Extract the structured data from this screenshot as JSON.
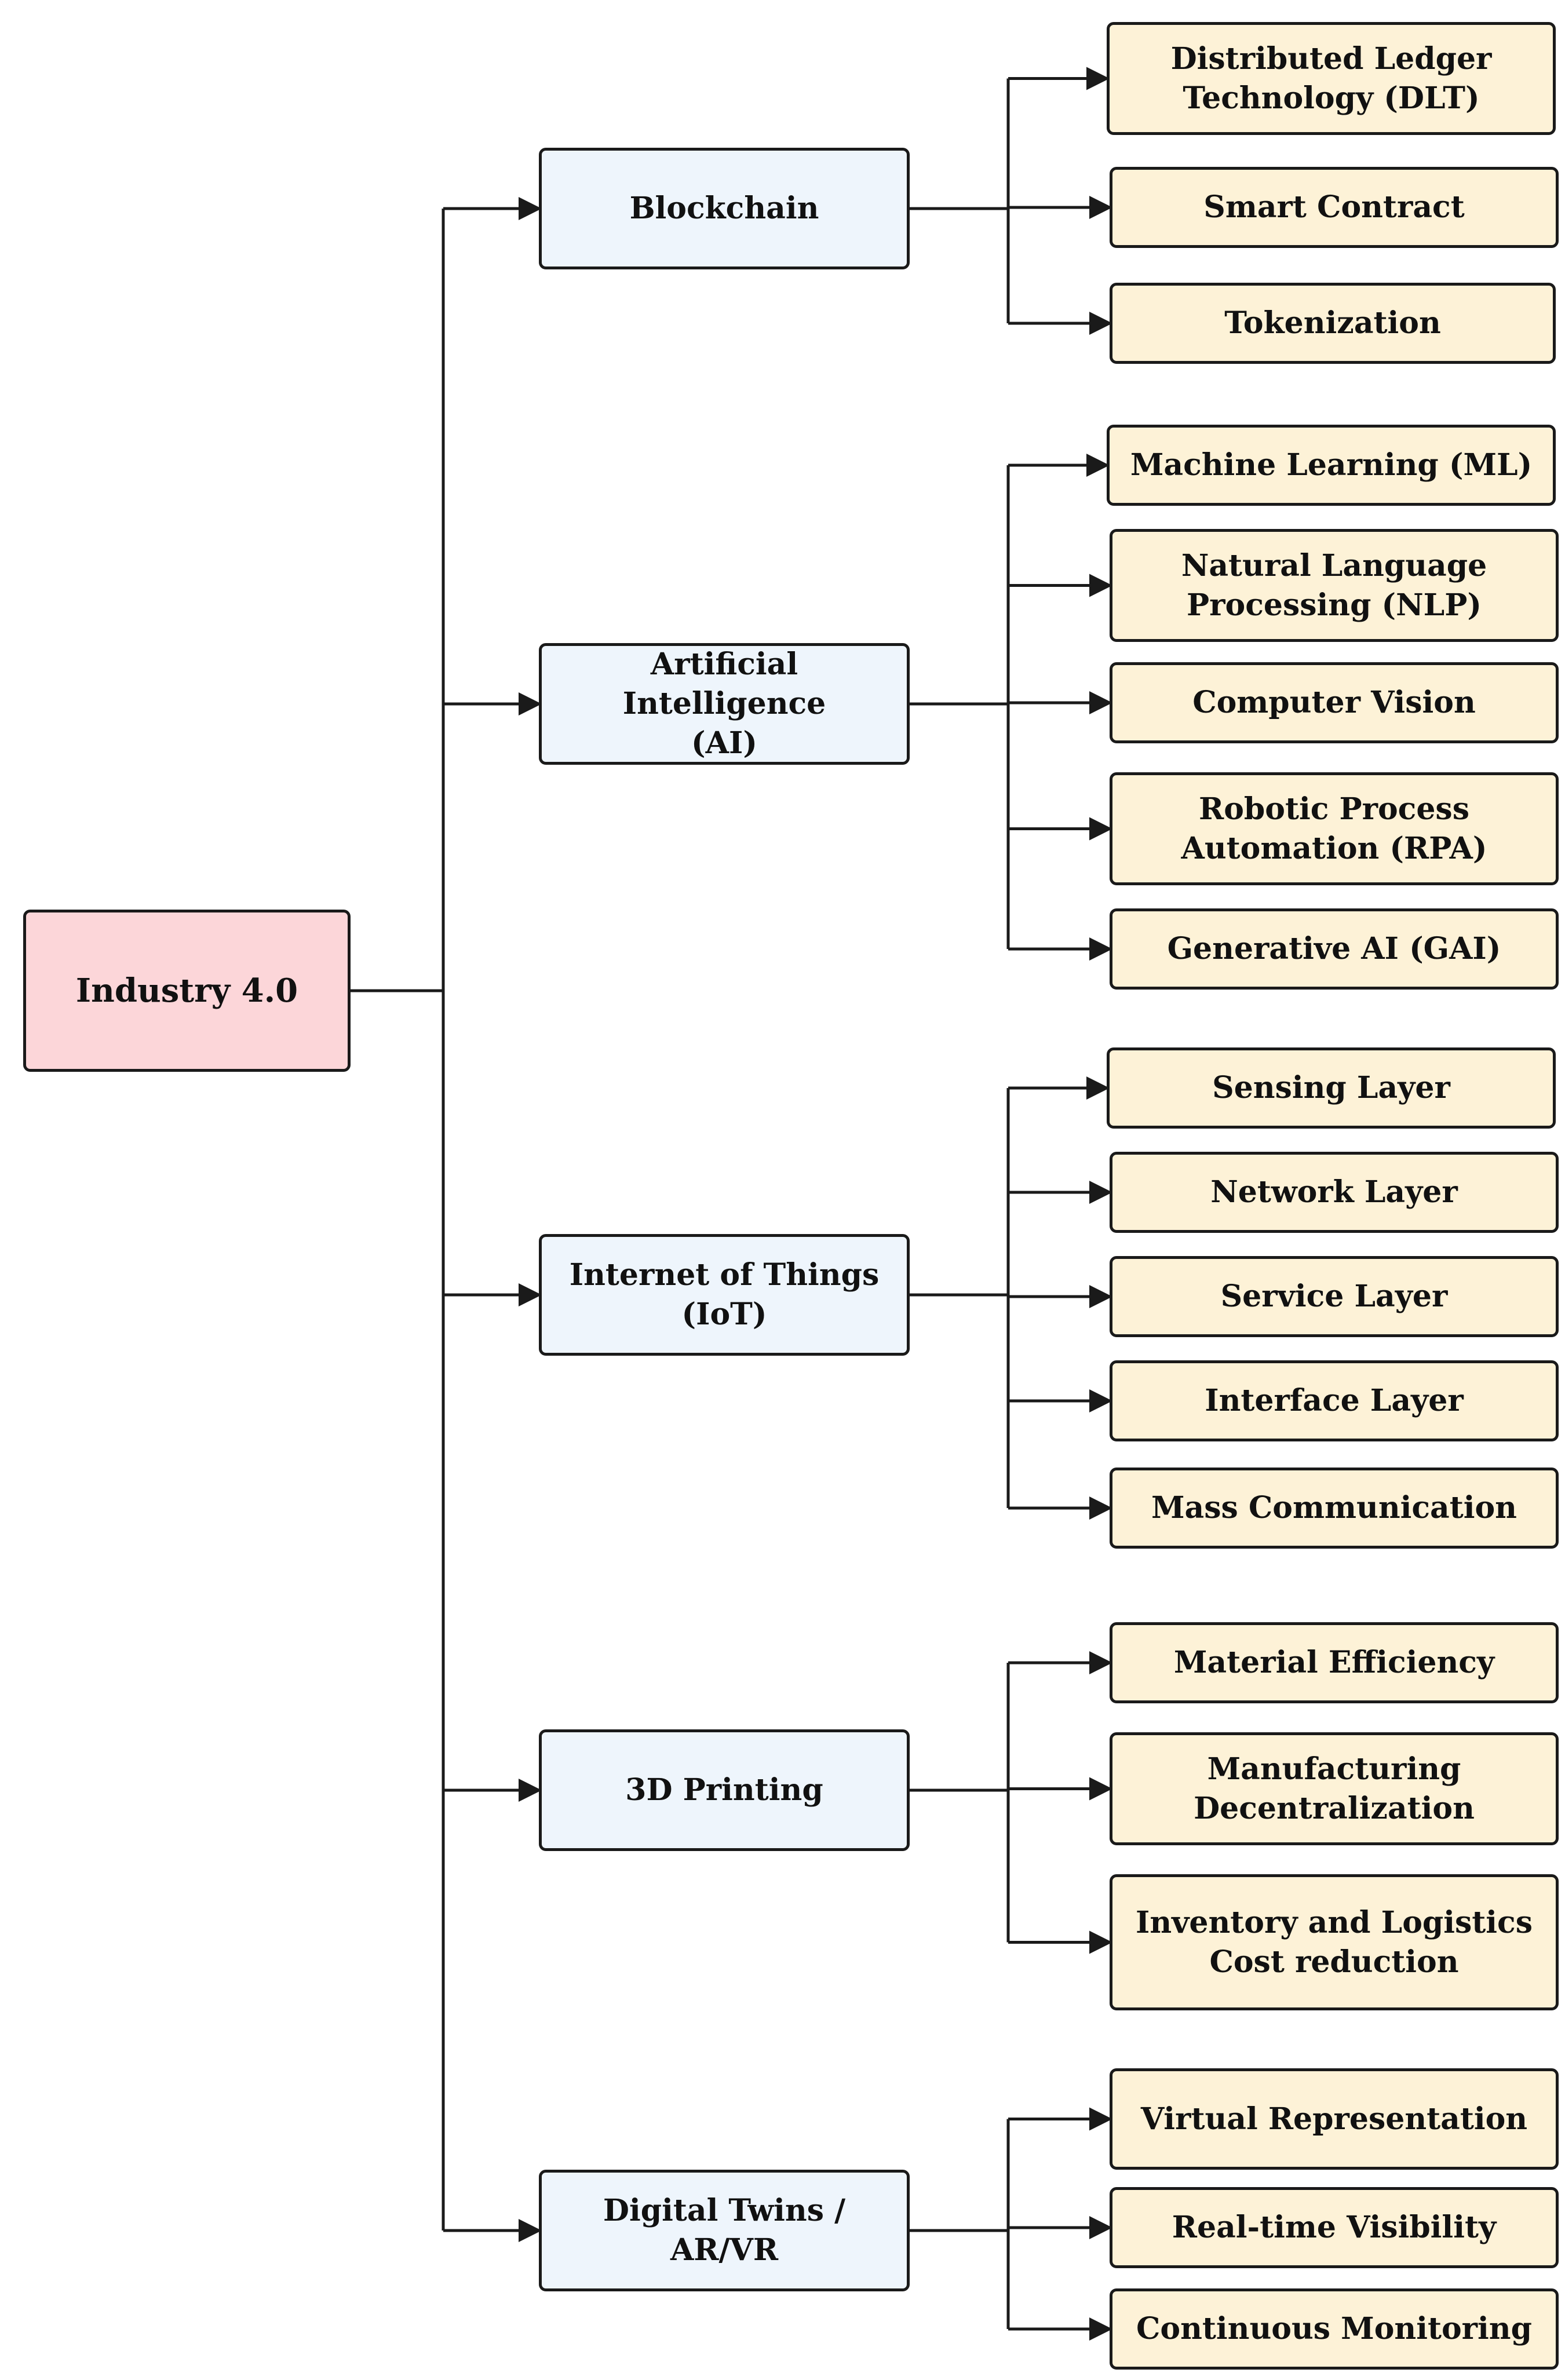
{
  "root": {
    "label": "Industry 4.0"
  },
  "branches": [
    {
      "label": "Blockchain",
      "leaves": [
        "Distributed Ledger\nTechnology (DLT)",
        "Smart Contract",
        "Tokenization"
      ]
    },
    {
      "label": "Artificial Intelligence\n(AI)",
      "leaves": [
        "Machine Learning (ML)",
        "Natural Language\nProcessing (NLP)",
        "Computer Vision",
        "Robotic Process\nAutomation (RPA)",
        "Generative AI (GAI)"
      ]
    },
    {
      "label": "Internet of Things\n(IoT)",
      "leaves": [
        "Sensing Layer",
        "Network Layer",
        "Service Layer",
        "Interface Layer",
        "Mass Communication"
      ]
    },
    {
      "label": "3D Printing",
      "leaves": [
        "Material Efficiency",
        "Manufacturing\nDecentralization",
        "Inventory and Logistics\nCost reduction"
      ]
    },
    {
      "label": "Digital Twins /\nAR/VR",
      "leaves": [
        "Virtual Representation",
        "Real-time Visibility",
        "Continuous Monitoring"
      ]
    }
  ],
  "colors": {
    "root_fill": "#fcd6d9",
    "branch_fill": "#eef5fc",
    "leaf_fill": "#fdf2d7",
    "stroke": "#1a1a1a"
  }
}
